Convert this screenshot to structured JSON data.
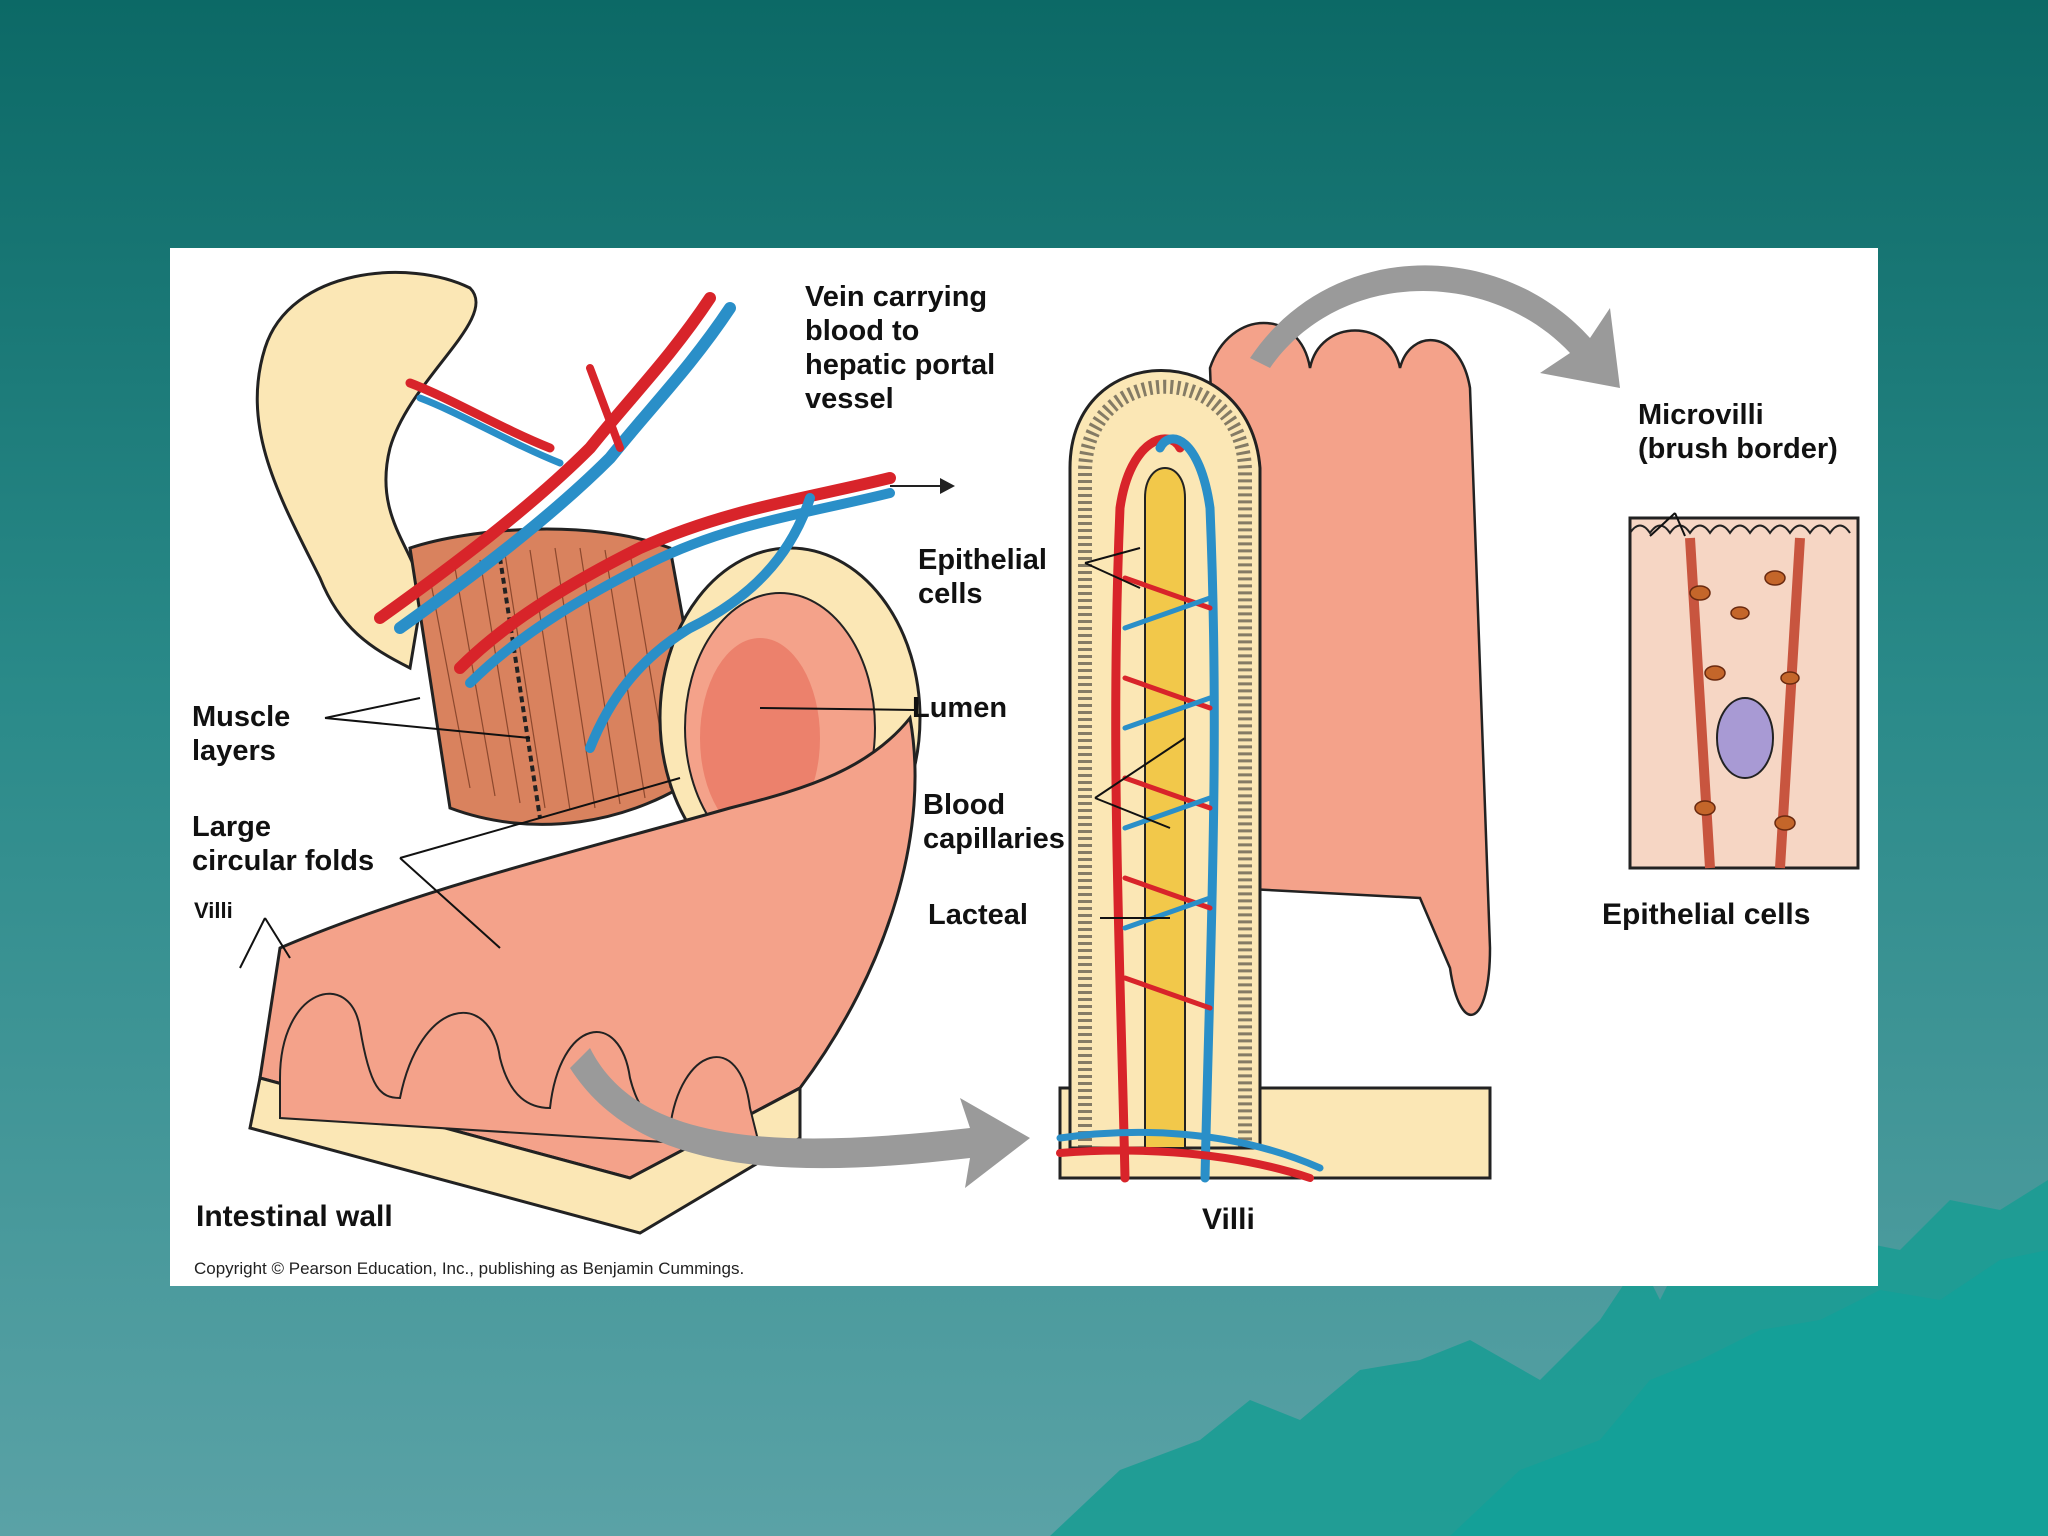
{
  "labels": {
    "vein": [
      "Vein carrying",
      "blood to",
      "hepatic portal",
      "vessel"
    ],
    "microvilli": [
      "Microvilli",
      "(brush border)"
    ],
    "epithelial": [
      "Epithelial",
      "cells"
    ],
    "muscle": [
      "Muscle",
      "layers"
    ],
    "lumen": "Lumen",
    "large_folds": [
      "Large",
      "circular folds"
    ],
    "blood_capillaries": [
      "Blood",
      "capillaries"
    ],
    "villi_small": "Villi",
    "lacteal": "Lacteal"
  },
  "titles": {
    "intestinal_wall": "Intestinal wall",
    "villi": "Villi",
    "epithelial_cells": "Epithelial cells"
  },
  "copyright": "Copyright © Pearson Education, Inc., publishing as Benjamin Cummings.",
  "colors": {
    "artery": "#d8242a",
    "vein": "#2a8fc8",
    "lacteal": "#f2c84a",
    "tissue_pink": "#f4a28a",
    "tissue_cream": "#fbe7b5",
    "muscle": "#d9825e",
    "arrow_gray": "#9a9a9a"
  }
}
